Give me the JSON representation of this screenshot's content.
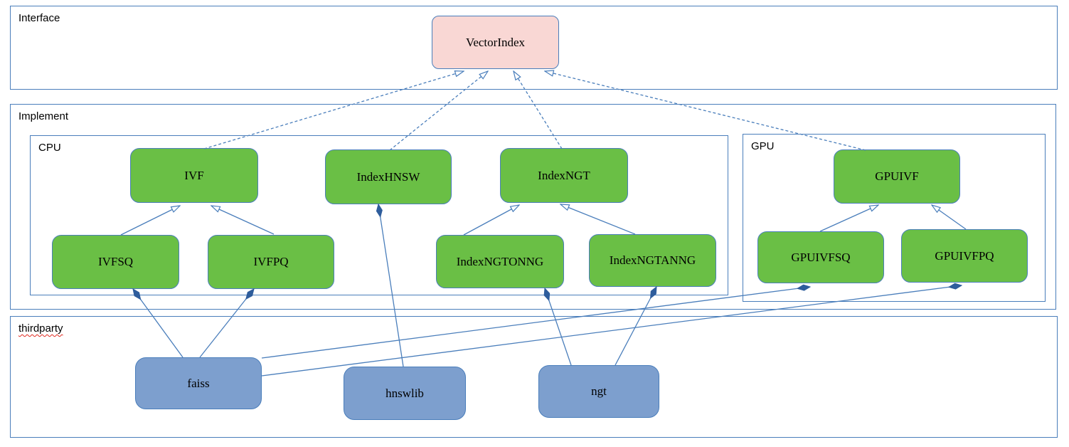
{
  "containers": {
    "interface": {
      "label": "Interface"
    },
    "implement": {
      "label": "Implement"
    },
    "cpu": {
      "label": "CPU"
    },
    "gpu": {
      "label": "GPU"
    },
    "thirdparty": {
      "label": "thirdparty"
    }
  },
  "nodes": {
    "vectorindex": {
      "label": "VectorIndex"
    },
    "ivf": {
      "label": "IVF"
    },
    "indexhnsw": {
      "label": "IndexHNSW"
    },
    "indexngt": {
      "label": "IndexNGT"
    },
    "gpuivf": {
      "label": "GPUIVF"
    },
    "ivfsq": {
      "label": "IVFSQ"
    },
    "ivfpq": {
      "label": "IVFPQ"
    },
    "indexngtonng": {
      "label": "IndexNGTONNG"
    },
    "indexngtanng": {
      "label": "IndexNGTANNG"
    },
    "gpuivfsq": {
      "label": "GPUIVFSQ"
    },
    "gpuivfpq": {
      "label": "GPUIVFPQ"
    },
    "faiss": {
      "label": "faiss"
    },
    "hnswlib": {
      "label": "hnswlib"
    },
    "ngt": {
      "label": "ngt"
    }
  },
  "edges": [
    {
      "from": "IVF",
      "to": "VectorIndex",
      "type": "realization"
    },
    {
      "from": "IndexHNSW",
      "to": "VectorIndex",
      "type": "realization"
    },
    {
      "from": "IndexNGT",
      "to": "VectorIndex",
      "type": "realization"
    },
    {
      "from": "GPUIVF",
      "to": "VectorIndex",
      "type": "realization"
    },
    {
      "from": "IVFSQ",
      "to": "IVF",
      "type": "generalization"
    },
    {
      "from": "IVFPQ",
      "to": "IVF",
      "type": "generalization"
    },
    {
      "from": "IndexNGTONNG",
      "to": "IndexNGT",
      "type": "generalization"
    },
    {
      "from": "IndexNGTANNG",
      "to": "IndexNGT",
      "type": "generalization"
    },
    {
      "from": "GPUIVFSQ",
      "to": "GPUIVF",
      "type": "generalization"
    },
    {
      "from": "GPUIVFPQ",
      "to": "GPUIVF",
      "type": "generalization"
    },
    {
      "from": "faiss",
      "to": "IVFSQ",
      "type": "composition"
    },
    {
      "from": "faiss",
      "to": "IVFPQ",
      "type": "composition"
    },
    {
      "from": "faiss",
      "to": "GPUIVFSQ",
      "type": "composition"
    },
    {
      "from": "faiss",
      "to": "GPUIVFPQ",
      "type": "composition"
    },
    {
      "from": "hnswlib",
      "to": "IndexHNSW",
      "type": "composition"
    },
    {
      "from": "ngt",
      "to": "IndexNGTONNG",
      "type": "composition"
    },
    {
      "from": "ngt",
      "to": "IndexNGTANNG",
      "type": "composition"
    }
  ],
  "colors": {
    "border_blue": "#4a7ebb",
    "connector_blue": "#4a7ebb",
    "node_green": "#6abf45",
    "node_pink": "#f9d7d4",
    "node_blue": "#7d9fce",
    "diamond_blue": "#2e5d9c",
    "spellcheck_red": "#e0281e"
  }
}
